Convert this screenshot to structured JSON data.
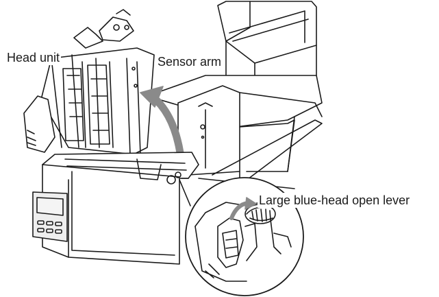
{
  "labels": {
    "head_unit": "Head unit",
    "sensor_arm": "Sensor arm",
    "lever": "Large blue-head open lever"
  },
  "colors": {
    "line": "#1a1a1a",
    "arrow": "#8a8a8a",
    "panel": "#eeeeee",
    "screen": "#f4f4f4"
  }
}
